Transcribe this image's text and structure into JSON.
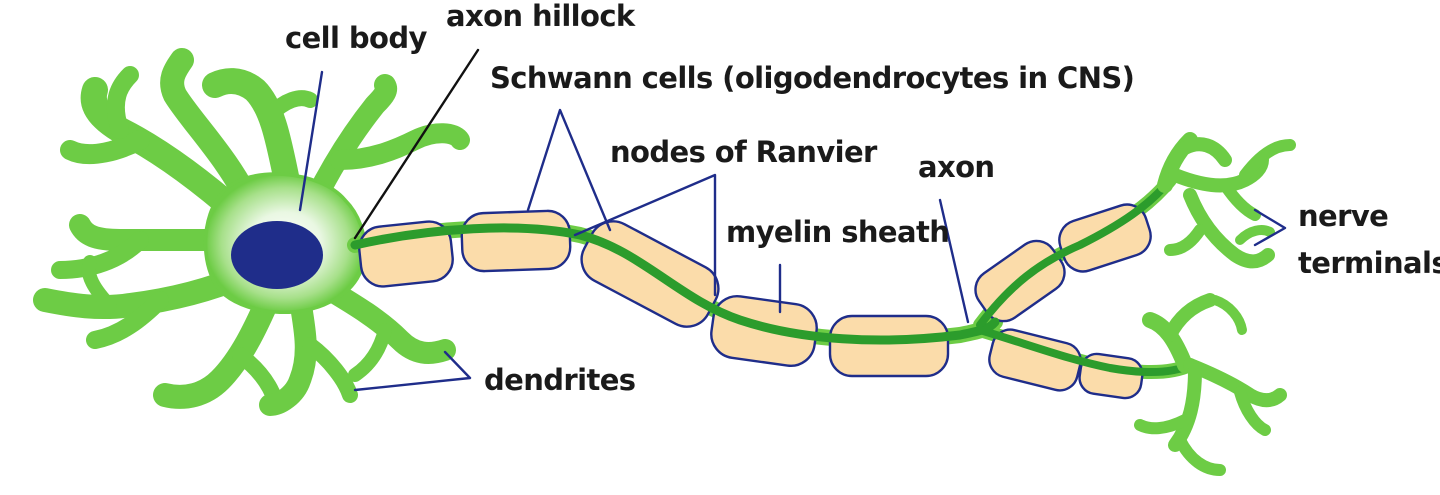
{
  "labels": {
    "cell_body": "cell body",
    "axon_hillock": "axon hillock",
    "schwann_cells": "Schwann cells (oligodendrocytes in CNS)",
    "nodes_of_ranvier": "nodes of Ranvier",
    "axon": "axon",
    "myelin_sheath": "myelin sheath",
    "nerve": "nerve",
    "terminals": "terminals",
    "dendrites": "dendrites"
  },
  "colors": {
    "neuron_outline": "#2c9c2c",
    "neuron_fill": "#6dcc45",
    "cell_glow": "#e9f7e2",
    "nucleus": "#1f2d8a",
    "myelin_fill": "#fbdcaa",
    "myelin_outline": "#1f2d8a",
    "leader_line": "#1f2d8a",
    "leader_line_black": "#111111",
    "label_text": "#1a1a1a"
  }
}
